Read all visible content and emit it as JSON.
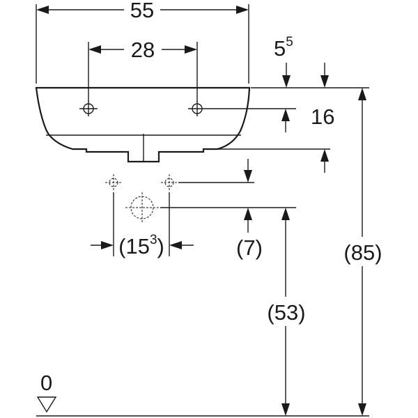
{
  "dimensions": {
    "basin_width": "55",
    "tap_hole_spacing": "28",
    "rim_offset_main": "5",
    "rim_offset_sup": "5",
    "tap_hole_depth": "16",
    "supply_spacing_main": "(15",
    "supply_spacing_sup": "3",
    "supply_spacing_close": ")",
    "drain_offset": "(7)",
    "drain_height": "(53)",
    "rim_height": "(85)",
    "floor_level": "0"
  }
}
